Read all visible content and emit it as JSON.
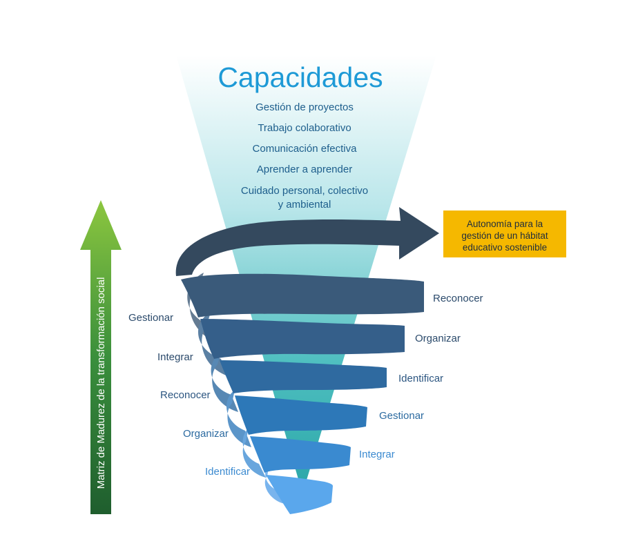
{
  "title": "Capacidades",
  "capacities": [
    "Gestión de proyectos",
    "Trabajo colaborativo",
    "Comunicación efectiva",
    "Aprender a aprender",
    "Cuidado personal, colectivo",
    "y ambiental"
  ],
  "outcome": [
    "Autonomía para la",
    "gestión de un hábitat",
    "educativo sostenible"
  ],
  "axis_label": "Matriz de Madurez de la transformación social",
  "spiral_labels_right": [
    "Reconocer",
    "Organizar",
    "Identificar",
    "Gestionar",
    "Integrar"
  ],
  "spiral_labels_left": [
    "Gestionar",
    "Integrar",
    "Reconocer",
    "Organizar",
    "Identificar"
  ],
  "colors": {
    "title": "#1e9ad6",
    "capacity_text": "#1d5e8c",
    "outcome_box": "#f5b800",
    "axis_top": "#8cc63f",
    "axis_bottom": "#1f5e2e",
    "band_dark": "#34495e",
    "band_light": "#6aaef0"
  }
}
